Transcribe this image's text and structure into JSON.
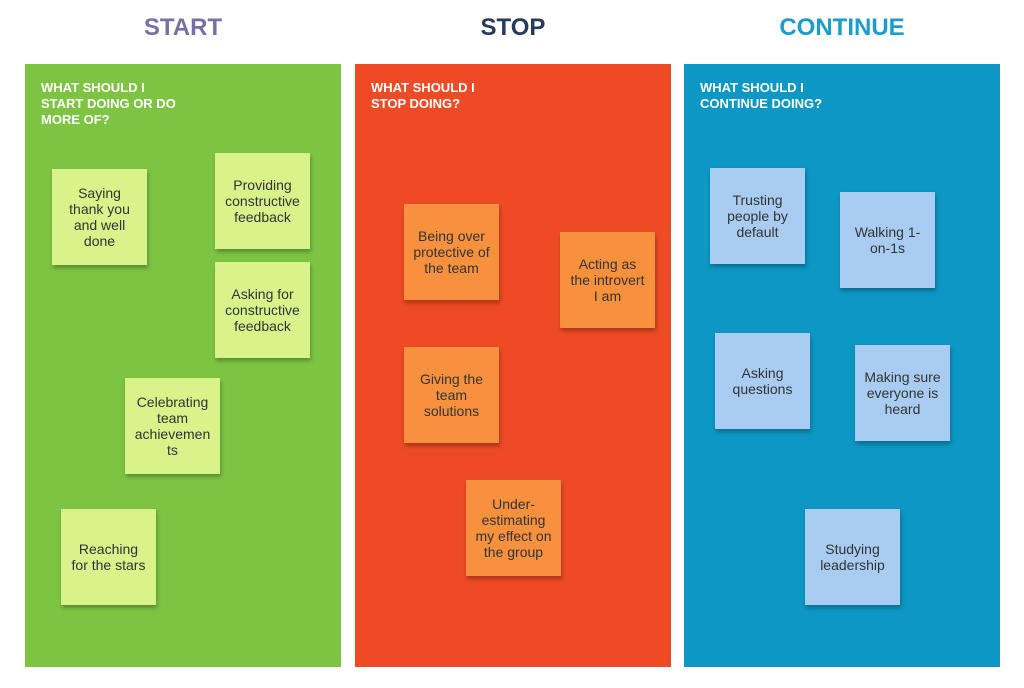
{
  "colors": {
    "start_title": "#7a6ea6",
    "stop_title": "#253b5c",
    "continue_title": "#1c9ccc",
    "start_panel": "#7dc443",
    "stop_panel": "#ee4a25",
    "continue_panel": "#0c97c4",
    "green_note": "#d7f38a",
    "orange_note": "#f8913d",
    "blue_note": "#a9cdf2"
  },
  "columns": {
    "start": {
      "title": "START",
      "question": "WHAT SHOULD I\nSTART DOING OR DO\nMORE OF?",
      "notes": [
        "Saying\nthank you\nand well\ndone",
        "Providing\nconstructive\nfeedback",
        "Asking for\nconstructive\nfeedback",
        "Celebrating\nteam\nachievemen\nts",
        "Reaching\nfor the stars"
      ]
    },
    "stop": {
      "title": "STOP",
      "question": "WHAT SHOULD I\nSTOP DOING?",
      "notes": [
        "Being over\nprotective of\nthe team",
        "Acting as\nthe introvert\nI am",
        "Giving the\nteam\nsolutions",
        "Under-\nestimating\nmy effect on\nthe group"
      ]
    },
    "continue": {
      "title": "CONTINUE",
      "question": "WHAT SHOULD I\nCONTINUE DOING?",
      "notes": [
        "Trusting\npeople by\ndefault",
        "Walking 1-\non-1s",
        "Asking\nquestions",
        "Making sure\neveryone is\nheard",
        "Studying\nleadership"
      ]
    }
  }
}
